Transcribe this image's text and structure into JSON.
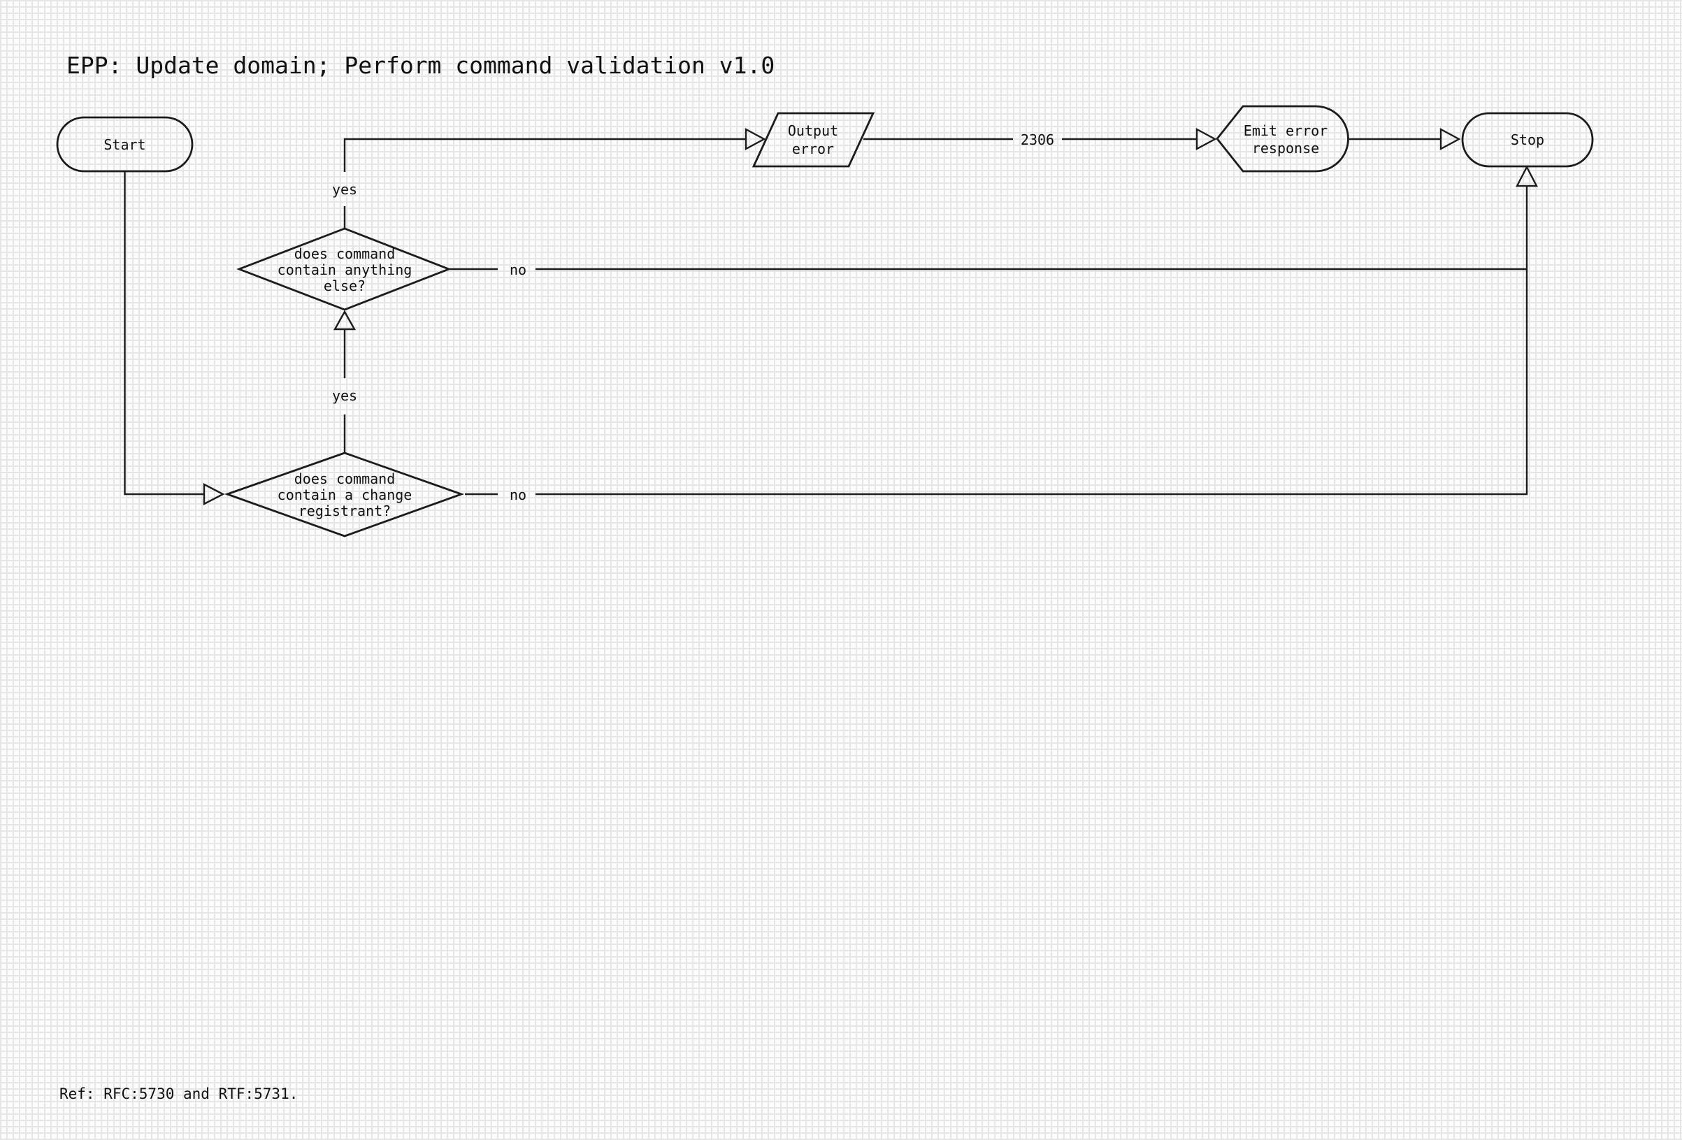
{
  "title": "EPP: Update domain; Perform command validation v1.0",
  "footer": {
    "reference": "Ref: RFC:5730 and RTF:5731."
  },
  "nodes": {
    "start": {
      "label": "Start"
    },
    "decision_change_registrant": {
      "lines": [
        "does command",
        "contain a change",
        "registrant?"
      ]
    },
    "decision_anything_else": {
      "lines": [
        "does command",
        "contain anything",
        "else?"
      ]
    },
    "output_error": {
      "lines": [
        "Output",
        "error"
      ]
    },
    "emit_error_response": {
      "lines": [
        "Emit error",
        "response"
      ]
    },
    "stop": {
      "label": "Stop"
    }
  },
  "edge_labels": {
    "change_registrant_yes": "yes",
    "change_registrant_no": "no",
    "anything_else_yes": "yes",
    "anything_else_no": "no",
    "error_code": "2306"
  },
  "colors": {
    "line": "#1c1c1c",
    "text": "#111111",
    "canvas": "#fcfcfc",
    "grid": "#e6e6e6"
  }
}
